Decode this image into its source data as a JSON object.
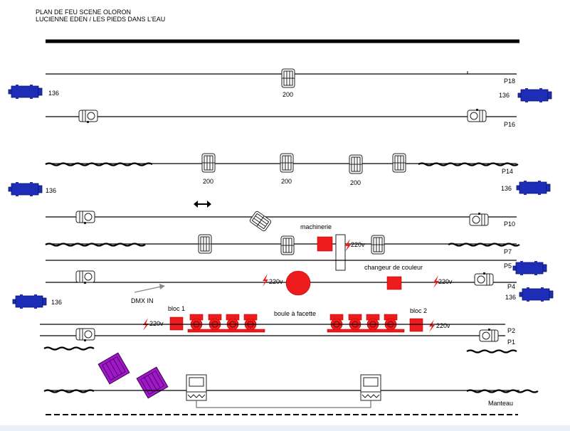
{
  "header": {
    "line1": "PLAN DE FEU SCENE OLORON",
    "line2": "LUCIENNE EDEN / LES PIEDS DANS L'EAU"
  },
  "bars": {
    "P18": "P18",
    "P16": "P16",
    "P14": "P14",
    "P10": "P10",
    "P7": "P7",
    "P5": "P5",
    "P4": "P4",
    "P2": "P2",
    "P1": "P1",
    "manteau": "Manteau"
  },
  "fixtures": {
    "label_200": "200",
    "label_136": "136"
  },
  "labels": {
    "machinerie": "machinerie",
    "changeur": "changeur de couleur",
    "dmx": "DMX IN",
    "bloc1": "bloc 1",
    "bloc2": "bloc 2",
    "boule": "boule à facette",
    "power": "220v"
  },
  "colors": {
    "power": "#ee1c1c",
    "dimmer": "#ee1c1c",
    "moving_head": "#1d2db8",
    "cyclo": "#a018c8"
  },
  "icons": [
    "spot-fixture-icon",
    "pc-fixture-icon",
    "moving-head-icon",
    "power-bolt-icon",
    "double-arrow-icon",
    "cyclo-icon"
  ]
}
